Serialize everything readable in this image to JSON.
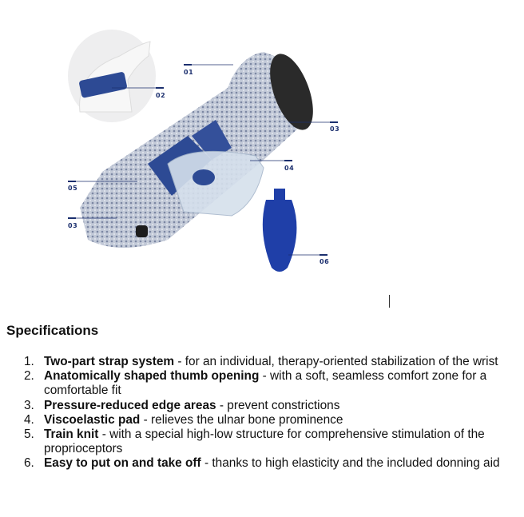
{
  "figure": {
    "callouts": [
      "01",
      "02",
      "03",
      "04",
      "05",
      "03",
      "06"
    ],
    "colors": {
      "knit": "#b9c2d3",
      "strap": "#2d4a94",
      "line": "#1b2f6e",
      "pad": "#d5e0ec",
      "bag": "#1f3fa8"
    }
  },
  "specifications": {
    "heading": "Specifications",
    "items": [
      {
        "num": "1.",
        "title": "Two-part strap system",
        "desc": " - for an individual, therapy-oriented stabilization of the wrist"
      },
      {
        "num": "2.",
        "title": "Anatomically shaped thumb opening",
        "desc": " - with a soft, seamless comfort zone for a comfortable fit"
      },
      {
        "num": "3.",
        "title": "Pressure-reduced edge areas",
        "desc": " - prevent constrictions"
      },
      {
        "num": "4.",
        "title": "Viscoelastic pad",
        "desc": " - relieves the ulnar bone prominence"
      },
      {
        "num": "5.",
        "title": "Train knit",
        "desc": " - with a special high-low structure for comprehensive stimulation of the proprioceptors"
      },
      {
        "num": "6.",
        "title": "Easy to put on and take off",
        "desc": " - thanks to high elasticity and the included donning aid"
      }
    ]
  }
}
